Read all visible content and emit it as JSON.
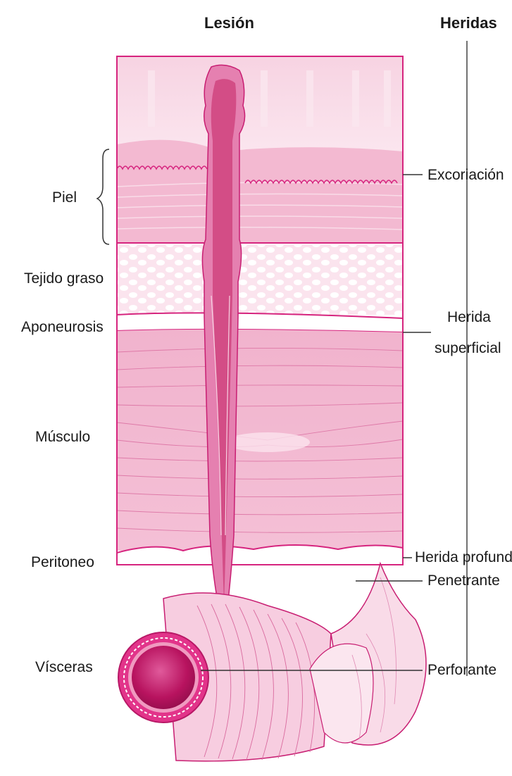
{
  "headers": {
    "lesion": "Lesión",
    "heridas": "Heridas"
  },
  "tissue_labels": {
    "piel": "Piel",
    "tejido_graso": "Tejido graso",
    "aponeurosis": "Aponeurosis",
    "musculo": "Músculo",
    "peritoneo": "Peritoneo",
    "visceras": "Vísceras"
  },
  "wound_labels": {
    "excoriacion": "Excoriación",
    "herida_superficial_1": "Herida",
    "herida_superficial_2": "superficial",
    "herida_profunda": "Herida profund",
    "penetrante": "Penetrante",
    "perforante": "Perforante"
  },
  "colors": {
    "magenta": "#d6247e",
    "pink_light": "#f6c8dc",
    "pink_mid": "#ee9ec1",
    "pink_dark": "#c81e72",
    "line": "#333333"
  }
}
